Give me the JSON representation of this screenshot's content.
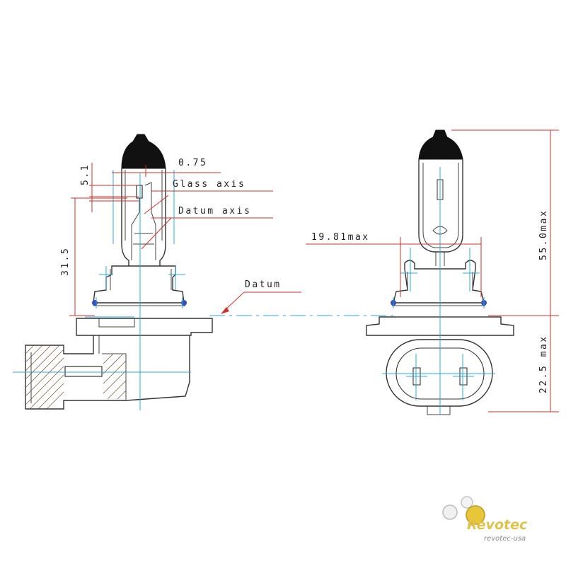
{
  "labels": {
    "dim_075": "0.75",
    "dim_51": "5.1",
    "glass_axis": "Glass axis",
    "datum_axis": "Datum axis",
    "dim_315": "31.5",
    "datum": "Datum",
    "dim_1981": "19.81max",
    "dim_550": "55.0max",
    "dim_225": "22.5 max"
  },
  "logo": {
    "brand": "Revotec",
    "url": "revotec-usa"
  },
  "colors": {
    "outline": "#333333",
    "centerline": "#2aa8d8",
    "leader": "#d0302a",
    "logo_gold": "#e0c24a"
  }
}
